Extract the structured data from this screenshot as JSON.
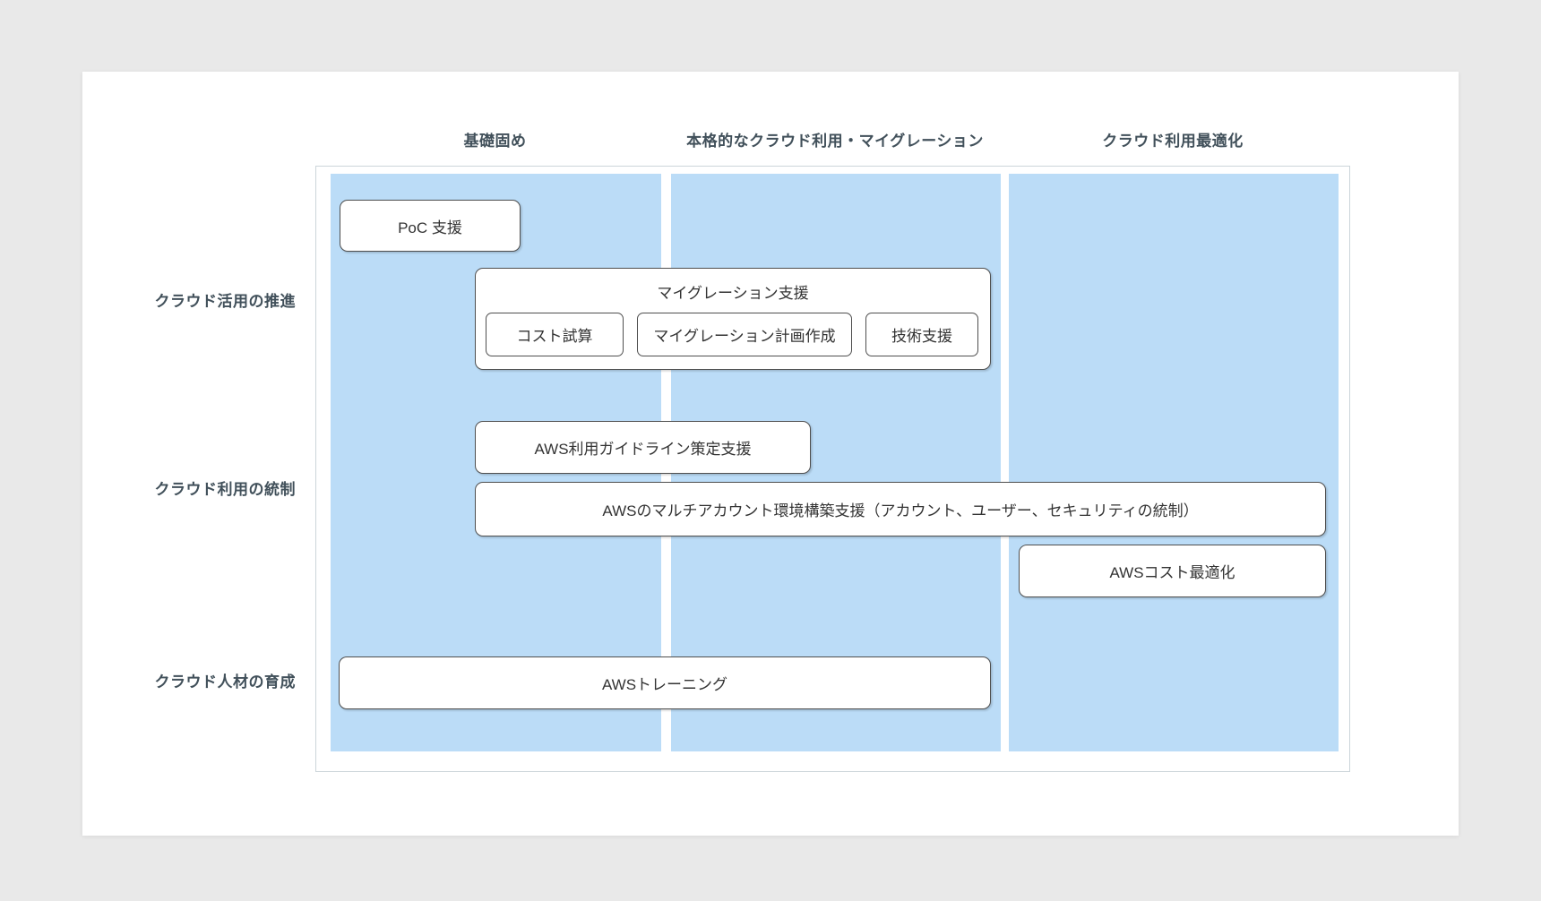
{
  "palette": {
    "page_background": "#e9e9e9",
    "card_background": "#ffffff",
    "column_fill": "#bbdcf7",
    "container_border": "#ccd5da",
    "box_border": "#4f4f4f",
    "box_fill": "#ffffff",
    "heading_text": "#41505a",
    "box_text": "#333333"
  },
  "phases": [
    {
      "label": "基礎固め"
    },
    {
      "label": "本格的なクラウド利用・マイグレーション"
    },
    {
      "label": "クラウド利用最適化"
    }
  ],
  "tracks": [
    {
      "label": "クラウド活用の推進"
    },
    {
      "label": "クラウド利用の統制"
    },
    {
      "label": "クラウド人材の育成"
    }
  ],
  "boxes": {
    "poc": "PoC 支援",
    "migration_group_title": "マイグレーション支援",
    "migration_items": [
      "コスト試算",
      "マイグレーション計画作成",
      "技術支援"
    ],
    "guideline": "AWS利用ガイドライン策定支援",
    "multi_account": "AWSのマルチアカウント環境構築支援（アカウント、ユーザー、セキュリティの統制）",
    "cost_optimization": "AWSコスト最適化",
    "training": "AWSトレーニング"
  }
}
